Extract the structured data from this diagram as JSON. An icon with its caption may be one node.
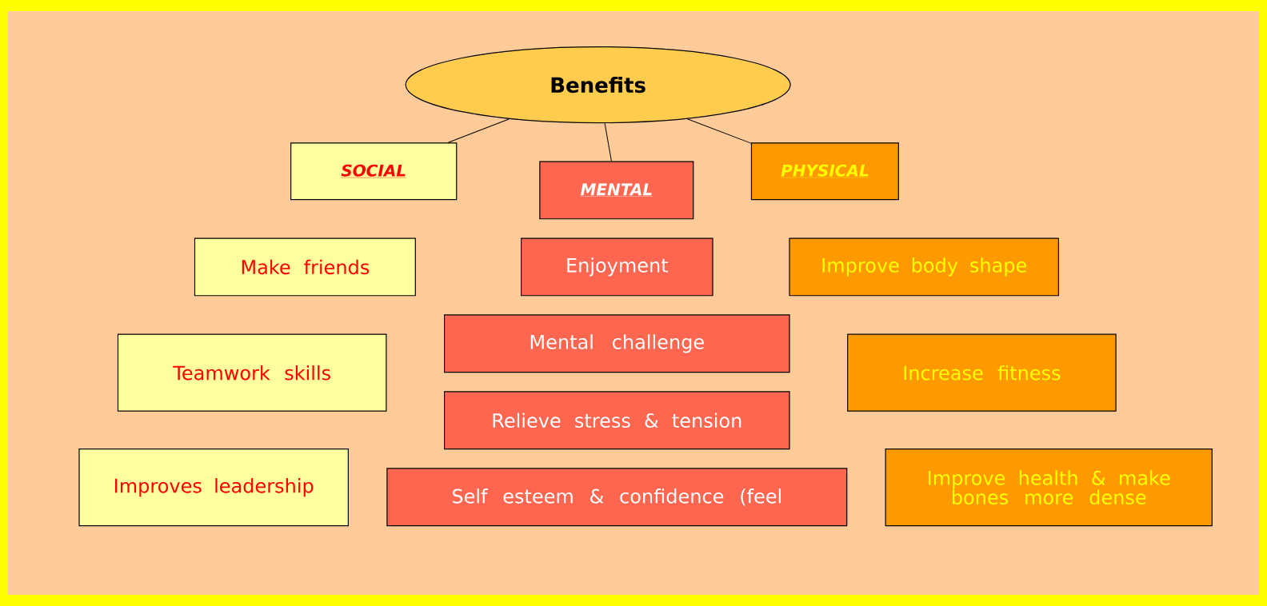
{
  "diagram": {
    "nodes": [
      {
        "text": [
          "Benefits"
        ]
      },
      {
        "text": [
          "SOCIAL"
        ]
      },
      {
        "text": [
          "MENTAL"
        ]
      },
      {
        "text": [
          "PHYSICAL"
        ]
      },
      {
        "text": [
          "Make friends"
        ]
      },
      {
        "text": [
          "Enjoyment"
        ]
      },
      {
        "text": [
          "Improve body shape"
        ]
      },
      {
        "text": [
          "Teamwork skills"
        ]
      },
      {
        "text": [
          "Mental challenge"
        ]
      },
      {
        "text": [
          "Increase fitness"
        ]
      },
      {
        "text": [
          "Relieve stress & tension"
        ]
      },
      {
        "text": [
          "Improves leadership"
        ]
      },
      {
        "text": [
          "Self esteem & confidence (feel"
        ]
      },
      {
        "text": [
          "Improve health & make bones more dense"
        ]
      }
    ],
    "edges": [
      {
        "from": 0,
        "to": 1,
        "arrow": "none"
      },
      {
        "from": 0,
        "to": 2,
        "arrow": "none"
      },
      {
        "from": 0,
        "to": 3,
        "arrow": "none"
      }
    ]
  }
}
